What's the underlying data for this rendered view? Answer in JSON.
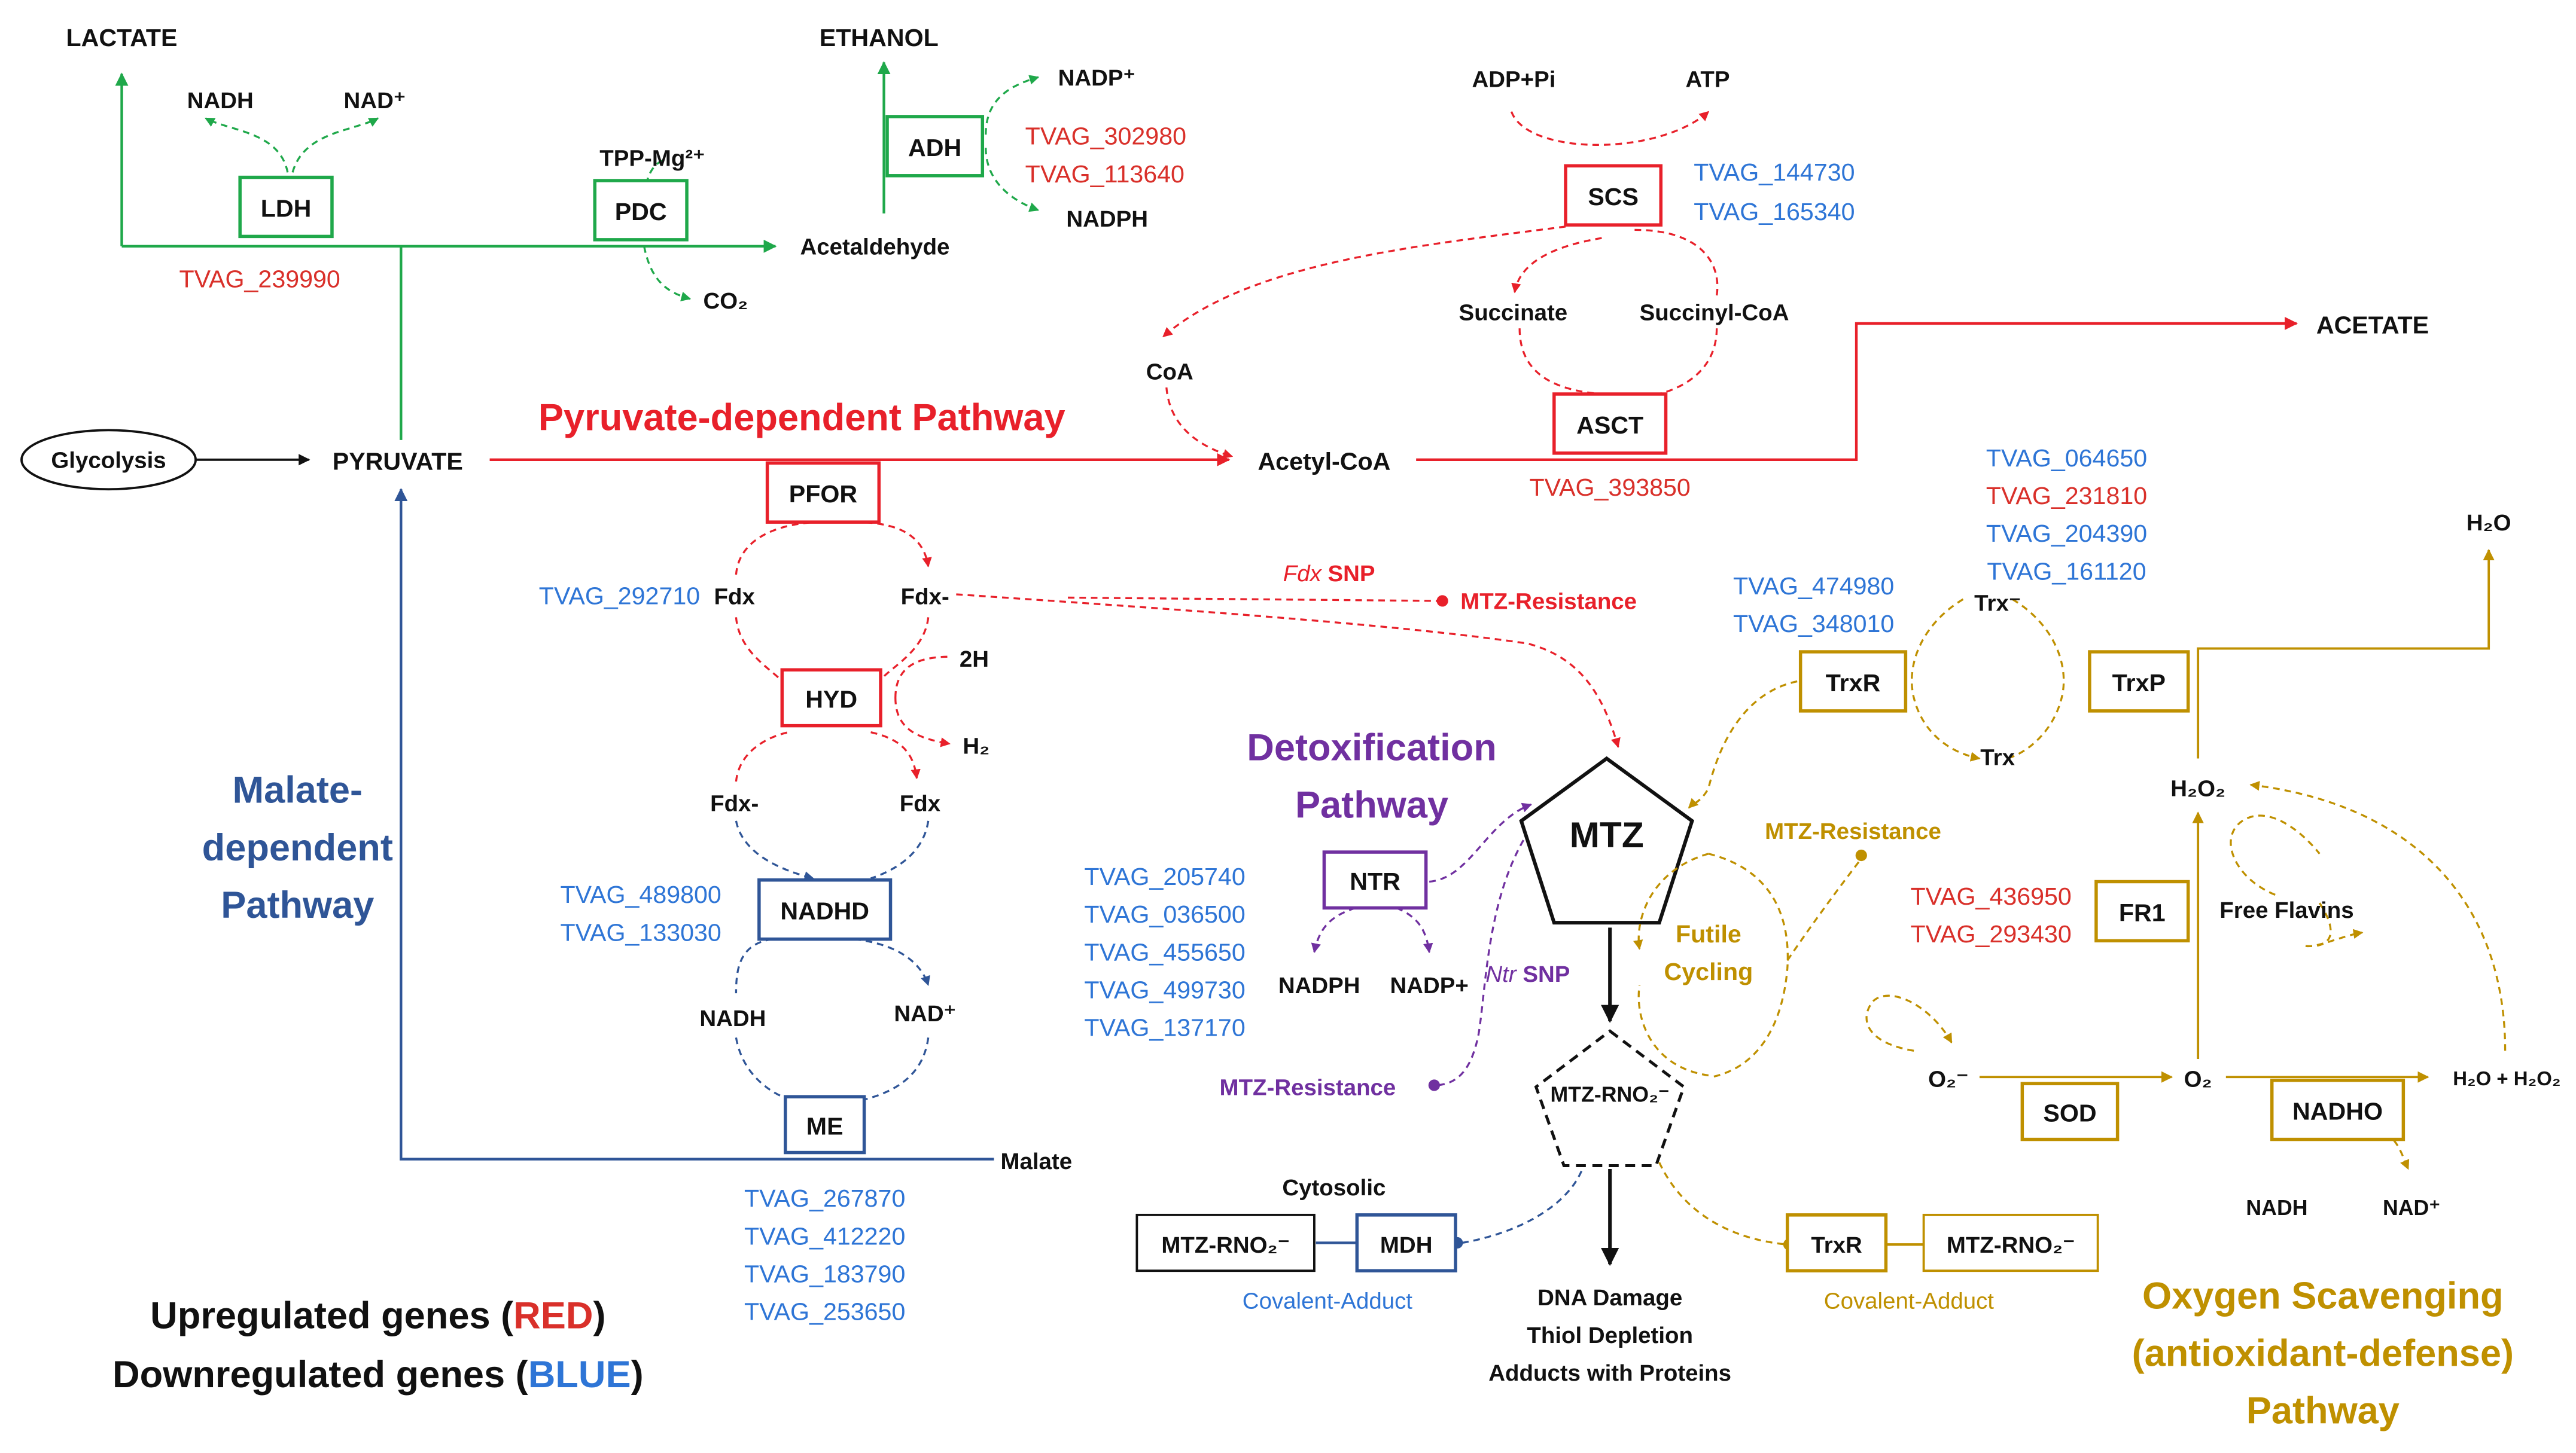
{
  "colors": {
    "green": "#1fa84a",
    "red": "#e8202a",
    "gene_red": "#d9302a",
    "blue": "#2f5597",
    "gene_blue": "#2e75d6",
    "purple": "#7030a0",
    "gold": "#bf9000",
    "black": "#111111"
  },
  "metabolites": {
    "lactate": "LACTATE",
    "ethanol": "ETHANOL",
    "nadh_ldh": "NADH",
    "nad_ldh": "NAD⁺",
    "tpp": "TPP-Mg²⁺",
    "nadp_adh": "NADP⁺",
    "nadph_adh": "NADPH",
    "acetaldehyde": "Acetaldehyde",
    "co2": "CO₂",
    "adp_pi": "ADP+Pi",
    "atp": "ATP",
    "succinate": "Succinate",
    "succinyl_coa": "Succinyl-CoA",
    "coa": "CoA",
    "acetate": "ACETATE",
    "glycolysis": "Glycolysis",
    "pyruvate": "PYRUVATE",
    "acetyl_coa": "Acetyl-CoA",
    "fdx_top_left": "Fdx",
    "fdx_top_right": "Fdx-",
    "two_h": "2H",
    "h2": "H₂",
    "fdx_bottom_left": "Fdx-",
    "fdx_bottom_right": "Fdx",
    "nadh_me": "NADH",
    "nad_me": "NAD⁺",
    "malate": "Malate",
    "nadph_ntr": "NADPH",
    "nadp_ntr": "NADP+",
    "h2o_top": "H₂O",
    "trx_minus": "Trx⁻",
    "trx": "Trx",
    "h2o2": "H₂O₂",
    "free_flavins": "Free Flavins",
    "o2_minus": "O₂⁻",
    "o2": "O₂",
    "h2o_h2o2": "H₂O + H₂O₂",
    "nadh_nadho": "NADH",
    "nad_nadho": "NAD⁺",
    "mtz": "MTZ",
    "mtz_rno2": "MTZ-RNO₂⁻",
    "futile_cycling_1": "Futile",
    "futile_cycling_2": "Cycling",
    "cytosolic": "Cytosolic",
    "outcome_1": "DNA Damage",
    "outcome_2": "Thiol Depletion",
    "outcome_3": "Adducts with Proteins",
    "fdx_snp_italic": "Fdx",
    "fdx_snp_rest": " SNP",
    "ntr_snp_italic": "Ntr",
    "ntr_snp_rest": " SNP",
    "mtz_res_red": "MTZ-Resistance",
    "mtz_res_purple": "MTZ-Resistance",
    "mtz_res_gold": "MTZ-Resistance",
    "covalent_left": "Covalent-Adduct",
    "covalent_right": "Covalent-Adduct"
  },
  "enzymes": {
    "ldh": "LDH",
    "pdc": "PDC",
    "adh": "ADH",
    "scs": "SCS",
    "asct": "ASCT",
    "pfor": "PFOR",
    "hyd": "HYD",
    "nadhd": "NADHD",
    "me": "ME",
    "ntr": "NTR",
    "trxr_top": "TrxR",
    "trxp": "TrxP",
    "fr1": "FR1",
    "sod": "SOD",
    "nadho": "NADHO",
    "mdh": "MDH",
    "mtz_rno2_left": "MTZ-RNO₂⁻",
    "trxr_bottom": "TrxR",
    "mtz_rno2_right": "MTZ-RNO₂⁻"
  },
  "pathways": {
    "pyruvate": "Pyruvate-dependent Pathway",
    "malate_1": "Malate-",
    "malate_2": "dependent",
    "malate_3": "Pathway",
    "detox_1": "Detoxification",
    "detox_2": "Pathway",
    "oxygen_1": "Oxygen Scavenging",
    "oxygen_2": "(antioxidant-defense)",
    "oxygen_3": "Pathway"
  },
  "genes": {
    "ldh": [
      "TVAG_239990"
    ],
    "adh": [
      "TVAG_302980",
      "TVAG_113640"
    ],
    "scs": [
      "TVAG_144730",
      "TVAG_165340"
    ],
    "asct": [
      "TVAG_393850"
    ],
    "fdx": [
      "TVAG_292710"
    ],
    "nadhd": [
      "TVAG_489800",
      "TVAG_133030"
    ],
    "me": [
      "TVAG_267870",
      "TVAG_412220",
      "TVAG_183790",
      "TVAG_253650"
    ],
    "ntr": [
      "TVAG_205740",
      "TVAG_036500",
      "TVAG_455650",
      "TVAG_499730",
      "TVAG_137170"
    ],
    "trxr": [
      "TVAG_474980",
      "TVAG_348010"
    ],
    "trxp": [
      "TVAG_064650",
      "TVAG_231810",
      "TVAG_204390",
      "TVAG_161120"
    ],
    "fr1": [
      "TVAG_436950",
      "TVAG_293430"
    ]
  },
  "legend": {
    "up_prefix": "Upregulated genes (",
    "up_word": "RED",
    "up_suffix": ")",
    "down_prefix": "Downregulated genes (",
    "down_word": "BLUE",
    "down_suffix": ")"
  }
}
